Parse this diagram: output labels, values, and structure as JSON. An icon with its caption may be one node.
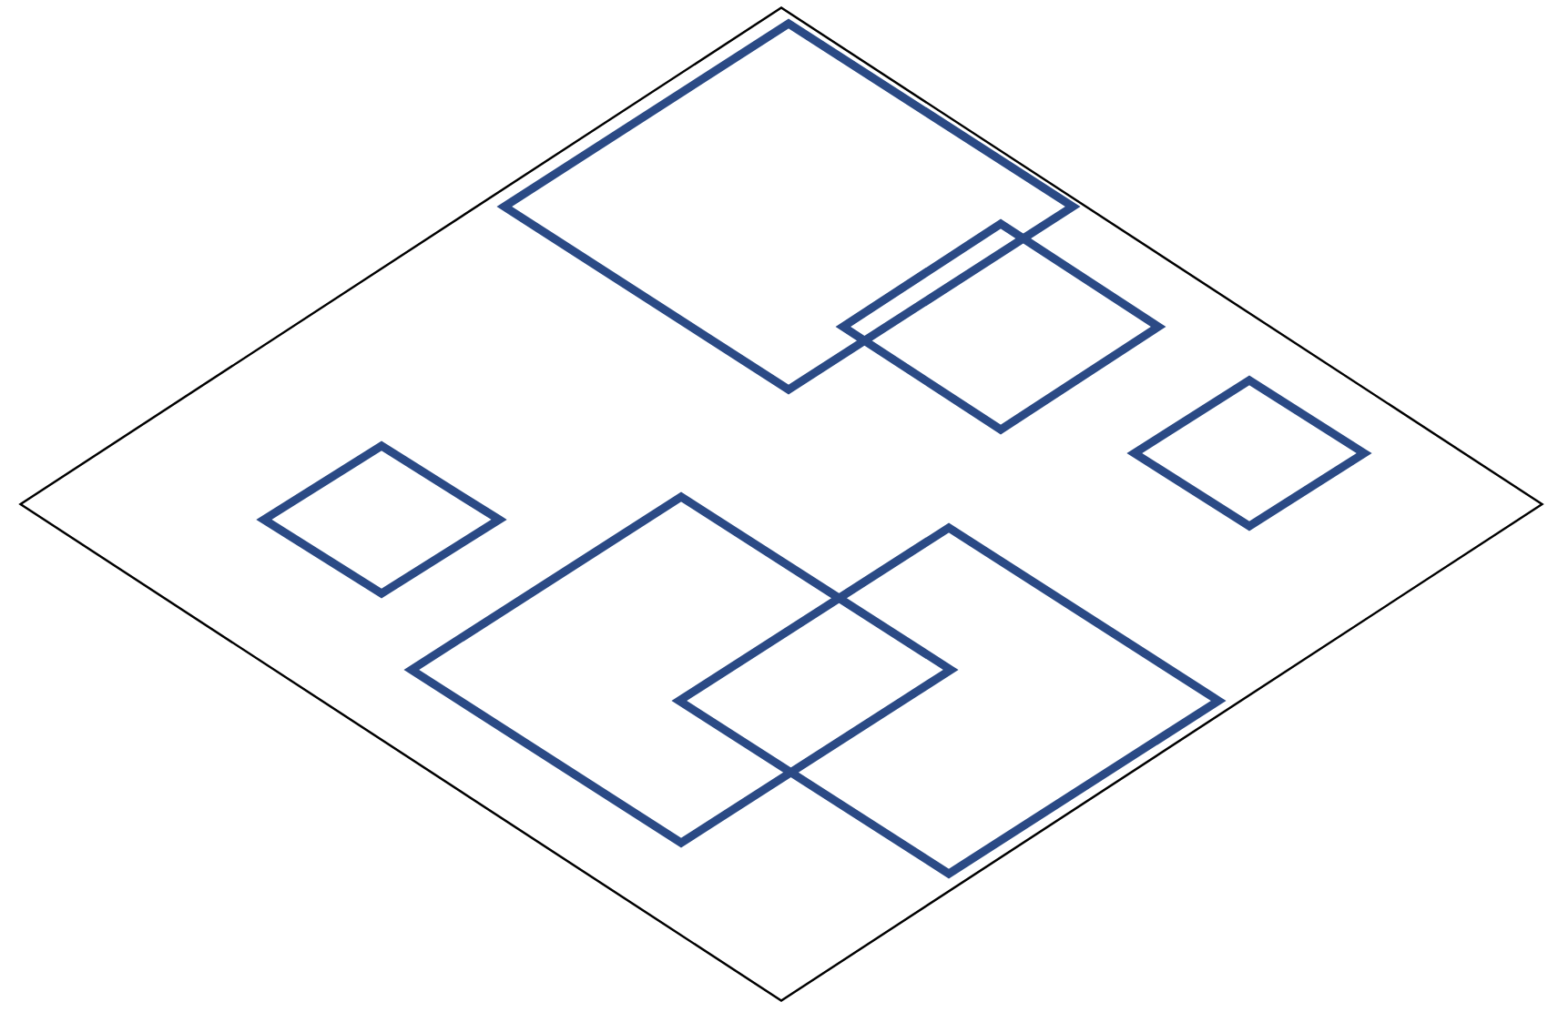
{
  "diagram": {
    "nodes": [
      {
        "text": [],
        "shape": "diamond"
      },
      {
        "text": [],
        "shape": "diamond",
        "in": 0
      },
      {
        "text": [],
        "shape": "diamond",
        "in": 0
      },
      {
        "text": [],
        "shape": "diamond",
        "in": 0
      },
      {
        "text": [],
        "shape": "diamond",
        "in": 0
      },
      {
        "text": [],
        "shape": "diamond",
        "in": 0
      },
      {
        "text": [],
        "shape": "diamond",
        "in": 0
      }
    ]
  }
}
